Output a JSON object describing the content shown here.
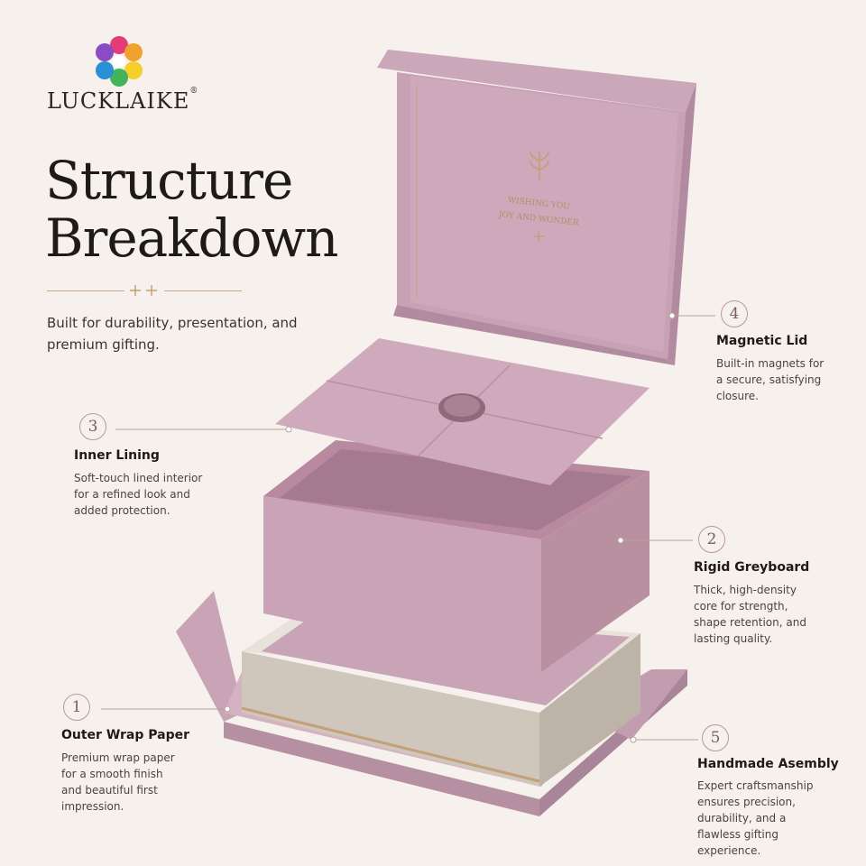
{
  "brand": {
    "name": "LUCKLAIKE",
    "mark": "®"
  },
  "headline": {
    "line1": "Structure",
    "line2": "Breakdown"
  },
  "intro": "Built for durability, presentation, and premium gifting.",
  "lid_text": {
    "line1": "WISHING YOU",
    "line2": "JOY AND WONDER"
  },
  "features": [
    {
      "number": "1",
      "title": "Outer Wrap Paper",
      "description": "Premium wrap paper for a smooth finish and beautiful first impression."
    },
    {
      "number": "2",
      "title": "Rigid Greyboard",
      "description": "Thick, high-density core for strength, shape retention, and lasting quality."
    },
    {
      "number": "3",
      "title": "Inner Lining",
      "description": "Soft-touch lined interior for a refined look and added protection."
    },
    {
      "number": "4",
      "title": "Magnetic Lid",
      "description": "Built-in magnets for a secure, satisfying closure."
    },
    {
      "number": "5",
      "title": "Handmade Asembly",
      "description": "Expert craftsmanship ensures precision, durability, and a flawless gifting experience."
    }
  ],
  "colors": {
    "background": "#f6f1ec",
    "mauve": "#c9a3b6",
    "gold": "#c7a784"
  },
  "icons": [
    "logo-flower-icon",
    "leaf-ornament-icon",
    "wax-seal-icon"
  ]
}
